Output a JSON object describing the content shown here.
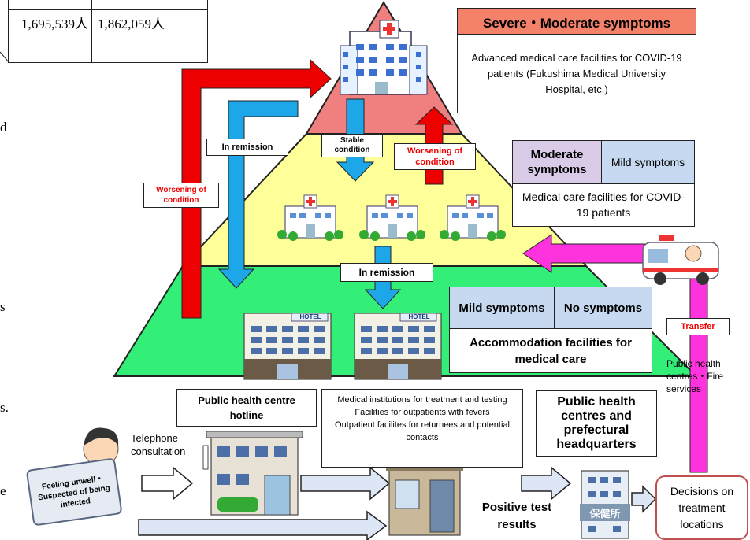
{
  "table": {
    "cell1": "1,695,539人",
    "cell2": "1,862,059人"
  },
  "left_fragments": [
    "d",
    "s",
    "s.",
    "e"
  ],
  "severe_box": {
    "header": "Severe・Moderate symptoms",
    "text": "Advanced medical care facilities for COVID-19 patients (Fukushima Medical University Hospital, etc.)"
  },
  "moderate_box": {
    "moderate": "Moderate symptoms",
    "mild": "Mild symptoms",
    "text": "Medical care facilities for COVID-19 patients"
  },
  "accommodation_box": {
    "mild": "Mild symptoms",
    "none": "No symptoms",
    "text": "Accommodation facilities for medical care"
  },
  "arrow_labels": {
    "in_remission_top": "In remission",
    "stable_condition": "Stable condition",
    "worsening_center": "Worsening of condition",
    "worsening_left": "Worsening of condition",
    "in_remission_mid": "In remission",
    "transfer": "Transfer"
  },
  "hotel_sign": "HOTEL",
  "public_health_fire": "Public health centres・Fire services",
  "hotline_box": "Public health centre hotline",
  "medical_institutions": [
    "Medical institutions for treatment and testing",
    "Facilities for outpatients with fevers",
    "Outpatient facilites for returnees and potential contacts"
  ],
  "headquarters_box": "Public health centres and prefectural headquarters",
  "telephone_consultation": "Telephone consultation",
  "feeling_unwell": "Feeling unwell・Suspected of being infected",
  "positive_results": "Positive test results",
  "hokenjo_sign": "保健所",
  "decisions_box": "Decisions on treatment locations",
  "colors": {
    "red_tier": "#f08080",
    "yellow_tier": "#ffff99",
    "green_tier": "#33ee77",
    "arrow_blue": "#1ea7e8",
    "arrow_red": "#ee0000",
    "arrow_magenta": "#ff33dd",
    "header_salmon": "#f4826b",
    "lavender": "#d9cbe8",
    "light_blue": "#c6d9f0"
  }
}
